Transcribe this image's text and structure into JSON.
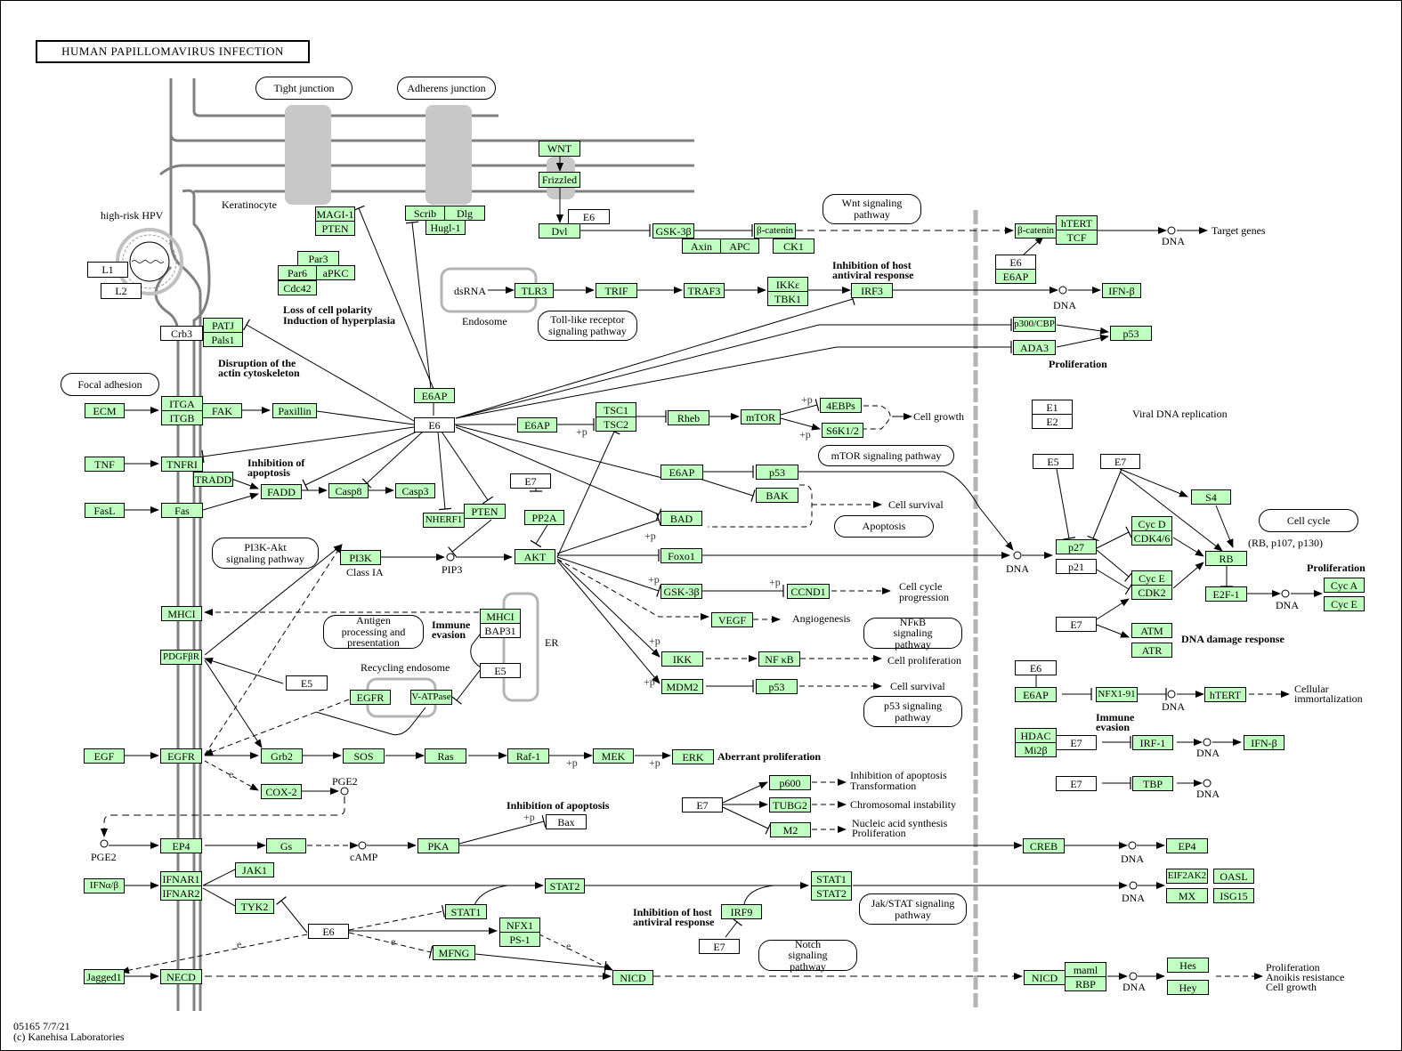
{
  "title": "HUMAN PAPILLOMAVIRUS INFECTION",
  "footer": {
    "id_date": "05165 7/7/21",
    "copyright": "(c) Kanehisa Laboratories"
  },
  "colors": {
    "gene": "#bfffbf",
    "viral": "#ffffff",
    "membrane": "#808080",
    "junction": "#c8c8c8"
  },
  "compartments": {
    "keratinocyte": "Keratinocyte",
    "high_risk_hpv": "high-risk HPV",
    "endosome": "Endosome",
    "recycling_endosome": "Recycling endosome",
    "er": "ER"
  },
  "maps": {
    "tight_junction": "Tight junction",
    "adherens_junction": "Adherens junction",
    "wnt": "Wnt signaling pathway",
    "tlr": "Toll-like receptor signaling pathway",
    "focal_adhesion": "Focal adhesion",
    "mtor": "mTOR signaling pathway",
    "apoptosis": "Apoptosis",
    "cell_cycle": "Cell cycle",
    "pi3k": "PI3K-Akt signaling pathway",
    "antigen": "Antigen processing and presentation",
    "nfkb": "NFκB signaling pathway",
    "p53": "p53 signaling pathway",
    "jakstat": "Jak/STAT signaling pathway",
    "notch": "Notch signaling pathway"
  },
  "nodes": {
    "L1": "L1",
    "L2": "L2",
    "MAGI1": "MAGI-1",
    "PTEN_a": "PTEN",
    "Par3": "Par3",
    "Par6": "Par6",
    "aPKC": "aPKC",
    "Cdc42": "Cdc42",
    "Scrib": "Scrib",
    "Dlg": "Dlg",
    "Hugl1": "Hugl-1",
    "WNT": "WNT",
    "Frizzled": "Frizzled",
    "Dvl": "Dvl",
    "E6_wnt": "E6",
    "GSK3b_a": "GSK-3β",
    "bcat_a": "β-catenin",
    "Axin": "Axin",
    "APC": "APC",
    "CK1": "CK1",
    "bcat_b": "β-catenin",
    "hTERT_a": "hTERT",
    "TCF": "TCF",
    "E6_b": "E6",
    "E6AP_b": "E6AP",
    "TLR3": "TLR3",
    "TRIF": "TRIF",
    "TRAF3": "TRAF3",
    "IKKe": "IKKε",
    "TBK1": "TBK1",
    "IRF3": "IRF3",
    "IFNb_a": "IFN-β",
    "Crb3": "Crb3",
    "PATJ": "PATJ",
    "Pals1": "Pals1",
    "p300": "p300/CBP",
    "ADA3": "ADA3",
    "p53_a": "p53",
    "E1": "E1",
    "E2": "E2",
    "ECM": "ECM",
    "ITGA": "ITGA",
    "ITGB": "ITGB",
    "FAK": "FAK",
    "Paxillin": "Paxillin",
    "E6AP_c": "E6AP",
    "E6_c": "E6",
    "E6AP_d": "E6AP",
    "TSC1": "TSC1",
    "TSC2": "TSC2",
    "Rheb": "Rheb",
    "mTOR": "mTOR",
    "4EBPs": "4EBPs",
    "S6K": "S6K1/2",
    "TNF": "TNF",
    "TNFRI": "TNFRI",
    "TRADD": "TRADD",
    "FADD": "FADD",
    "Casp8": "Casp8",
    "Casp3": "Casp3",
    "FasL": "FasL",
    "Fas": "Fas",
    "NHERF1": "NHERF1",
    "PTEN_b": "PTEN",
    "E7_pp2a": "E7",
    "PP2A": "PP2A",
    "E6AP_e": "E6AP",
    "p53_b": "p53",
    "BAK": "BAK",
    "BAD": "BAD",
    "PI3K": "PI3K",
    "AKT": "AKT",
    "Foxo1": "Foxo1",
    "GSK3b_b": "GSK-3β",
    "CCND1": "CCND1",
    "VEGF": "VEGF",
    "IKK": "IKK",
    "NFkB": "NF κB",
    "MDM2": "MDM2",
    "p53_c": "p53",
    "E5_a": "E5",
    "E7_a": "E7",
    "S4": "S4",
    "p27": "p27",
    "p21": "p21",
    "CycD": "Cyc D",
    "CDK46": "CDK4/6",
    "CycE_a": "Cyc E",
    "CDK2": "CDK2",
    "RB": "RB",
    "E2F1": "E2F-1",
    "CycA": "Cyc A",
    "CycE_b": "Cyc E",
    "E7_b": "E7",
    "ATM": "ATM",
    "ATR": "ATR",
    "MHCI_a": "MHCI",
    "MHCI_b": "MHCI",
    "BAP31": "BAP31",
    "PDGFbR": "PDGFβR",
    "E5_b": "E5",
    "E5_c": "E5",
    "EGFR_a": "EGFR",
    "VATPase": "V-ATPase",
    "E6_d": "E6",
    "E6AP_f": "E6AP",
    "NFX191": "NFX1-91",
    "hTERT_b": "hTERT",
    "HDAC": "HDAC",
    "Mi2b": "Mi2β",
    "E7_c": "E7",
    "IRF1": "IRF-1",
    "IFNb_b": "IFN-β",
    "E7_d": "E7",
    "TBP": "TBP",
    "EGF": "EGF",
    "EGFR_b": "EGFR",
    "Grb2": "Grb2",
    "SOS": "SOS",
    "Ras": "Ras",
    "Raf1": "Raf-1",
    "MEK": "MEK",
    "ERK": "ERK",
    "COX2": "COX-2",
    "E7_e": "E7",
    "p600": "p600",
    "TUBG2": "TUBG2",
    "M2": "M2",
    "Bax": "Bax",
    "EP4_a": "EP4",
    "Gs": "Gs",
    "PKA": "PKA",
    "CREB": "CREB",
    "EP4_b": "EP4",
    "IFNab": "IFNα/β",
    "IFNAR1": "IFNAR1",
    "IFNAR2": "IFNAR2",
    "JAK1": "JAK1",
    "TYK2": "TYK2",
    "STAT2": "STAT2",
    "STAT1_a": "STAT1",
    "STAT1_b": "STAT1",
    "STAT2_b": "STAT2",
    "IRF9": "IRF9",
    "E7_f": "E7",
    "EIF2AK2": "EIF2AK2",
    "OASL": "OASL",
    "MX": "MX",
    "ISG15": "ISG15",
    "E6_e": "E6",
    "NFX1": "NFX1",
    "PS1": "PS-1",
    "MFNG": "MFNG",
    "Jagged1": "Jagged1",
    "NECD": "NECD",
    "NICD_a": "NICD",
    "NICD_b": "NICD",
    "maml": "maml",
    "RBP": "RBP",
    "Hes": "Hes",
    "Hey": "Hey"
  },
  "labels": {
    "loss_polarity": "Loss of cell polarity",
    "hyperplasia": "Induction of hyperplasia",
    "disruption1": "Disruption of the",
    "disruption2": "actin cytoskeleton",
    "inh_antiviral1": "Inhibition of host",
    "inh_antiviral2": "antiviral response",
    "proliferation_a": "Proliferation",
    "inh_apop1": "Inhibition of",
    "inh_apop2": "apoptosis",
    "immune_ev1": "Immune",
    "immune_ev2": "evasion",
    "immune_ev3": "Immune",
    "immune_ev4": "evasion",
    "aberrant": "Aberrant proliferation",
    "inh_apop_bax": "Inhibition of apoptosis",
    "inh_antiviral3": "Inhibition of host",
    "inh_antiviral4": "antiviral response",
    "proliferation_b": "Proliferation",
    "dna_damage": "DNA damage response",
    "rb_family": "(RB, p107, p130)",
    "class_ia": "Class IA",
    "pip3": "PIP3",
    "dsrna": "dsRNA",
    "camp": "cAMP",
    "pge2_a": "PGE2",
    "pge2_b": "PGE2",
    "dna": "DNA",
    "target_genes": "Target genes",
    "viral_dna": "Viral DNA replication",
    "cell_growth": "Cell growth",
    "cell_survival_a": "Cell survival",
    "cell_cycle_prog1": "Cell cycle",
    "cell_cycle_prog2": "progression",
    "angiogenesis": "Angiogenesis",
    "cell_prolif": "Cell proliferation",
    "cell_survival_b": "Cell survival",
    "immortal1": "Cellular",
    "immortal2": "immortalization",
    "p600_out1": "Inhibition of apoptosis",
    "p600_out2": "Transformation",
    "tubg_out": "Chromosomal instability",
    "m2_out1": "Nucleic acid synthesis",
    "m2_out2": "Proliferation",
    "notch_out1": "Proliferation",
    "notch_out2": "Anoikis resistance",
    "notch_out3": "Cell growth",
    "plus_p": "+p",
    "e": "e"
  }
}
